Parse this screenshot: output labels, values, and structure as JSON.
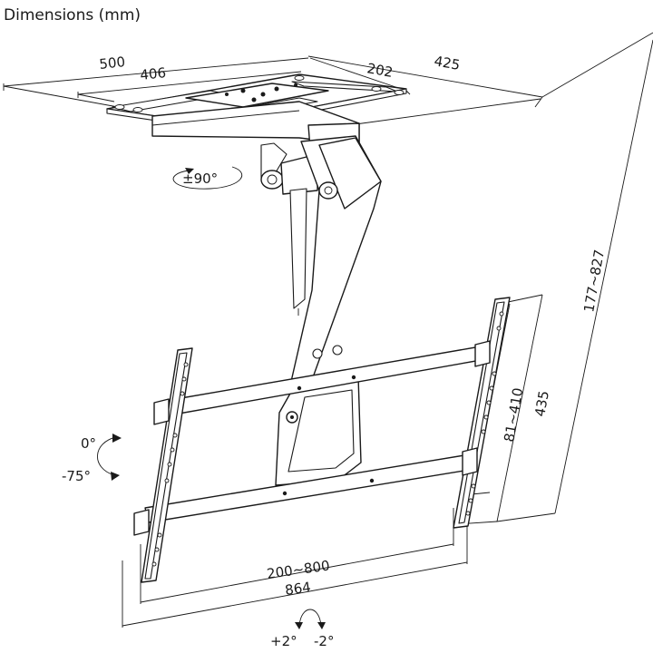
{
  "title": "Dimensions (mm)",
  "dimensions": {
    "plate_width_outer": "500",
    "plate_width_inner": "406",
    "plate_depth_inner": "202",
    "plate_depth_outer": "425",
    "height_range": "177~827",
    "vertical_hole_range": "81~410",
    "vertical_overall": "435",
    "horizontal_hole_range": "200~800",
    "horizontal_overall": "864"
  },
  "rotations": {
    "swivel": "±90°",
    "tilt_top": "0°",
    "tilt_bottom": "-75°",
    "level_plus": "+2°",
    "level_minus": "-2°"
  }
}
